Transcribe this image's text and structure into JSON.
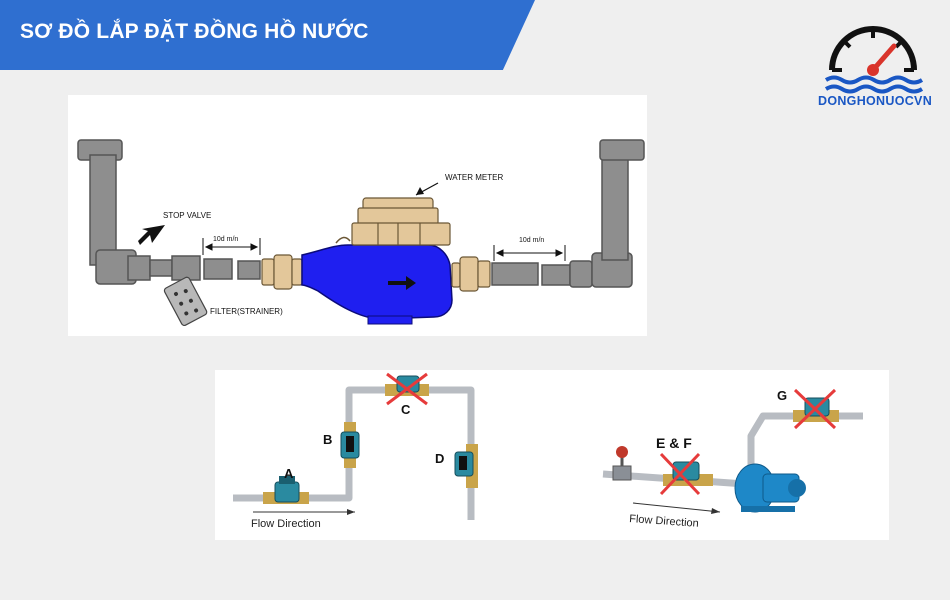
{
  "header": {
    "title": "SƠ ĐỒ LẮP ĐẶT ĐỒNG HỒ NƯỚC"
  },
  "logo": {
    "text": "DONGHONUOCVN",
    "icon": "gauge-water-icon",
    "accent": "#d9342b",
    "brand": "#1a57c4"
  },
  "diagram_top": {
    "labels": {
      "water_meter": "WATER METER",
      "stop_valve": "STOP VALVE",
      "filter": "FILTER(STRAINER)",
      "dist_left": "10d m/n",
      "dist_right": "10d m/n"
    },
    "colors": {
      "body": "#1f1ff0",
      "pipe": "#8e8e8e",
      "brass": "#e3c79a"
    }
  },
  "diagram_bottom": {
    "labels": {
      "a": "A",
      "b": "B",
      "c": "C",
      "d": "D",
      "ef": "E & F",
      "g": "G",
      "flow_left": "Flow Direction",
      "flow_right": "Flow Direction"
    },
    "colors": {
      "meter": "#2a8aa0",
      "cross": "#e63b3b",
      "pipe": "#b8bcc2",
      "pump": "#1e88c8",
      "brass": "#c9a44a"
    }
  }
}
